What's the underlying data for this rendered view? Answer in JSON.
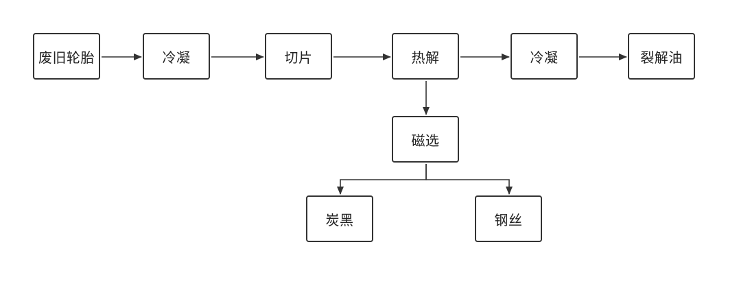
{
  "nodes": {
    "waste_tire": "废旧轮胎",
    "condense_1": "冷凝",
    "slicing": "切片",
    "pyrolysis": "热解",
    "condense_2": "冷凝",
    "pyrolysis_oil": "裂解油",
    "magnetic_separation": "磁选",
    "carbon_black": "炭黑",
    "steel_wire": "钢丝"
  },
  "edges": [
    {
      "from": "waste_tire",
      "to": "condense_1"
    },
    {
      "from": "condense_1",
      "to": "slicing"
    },
    {
      "from": "slicing",
      "to": "pyrolysis"
    },
    {
      "from": "pyrolysis",
      "to": "condense_2"
    },
    {
      "from": "condense_2",
      "to": "pyrolysis_oil"
    },
    {
      "from": "pyrolysis",
      "to": "magnetic_separation"
    },
    {
      "from": "magnetic_separation",
      "to": "carbon_black"
    },
    {
      "from": "magnetic_separation",
      "to": "steel_wire"
    }
  ],
  "colors": {
    "stroke": "#333333",
    "text": "#222222",
    "background": "#ffffff"
  }
}
